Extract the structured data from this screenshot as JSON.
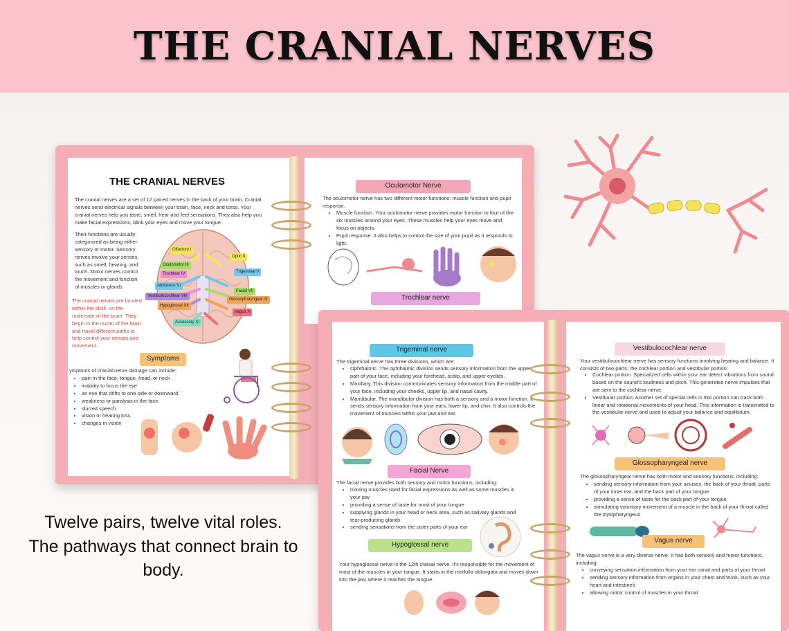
{
  "header": {
    "title": "THE CRANIAL NERVES"
  },
  "tagline": {
    "line1": "Twelve pairs, twelve vital roles.",
    "line2": "The pathways that connect brain to body."
  },
  "left_page": {
    "title": "THE CRANIAL NERVES",
    "intro": "The cranial nerves are a set of 12 paired nerves in the back of your brain. Cranial nerves send electrical signals between your brain, face, neck and torso. Your cranial nerves help you taste, smell, hear and feel sensations. They also help you make facial expressions, blink your eyes and move your tongue.",
    "functions": "Their functions are usually categorized as being either sensory or motor. Sensory nerves involve your senses, such as smell, hearing, and touch. Motor nerves control the movement and function of muscles or glands.",
    "location": "The cranial nerves are located within the skull, on the underside of the brain. They begin in the nuclei of the brain and travel different paths to help control your senses and movement.",
    "brain_labels": [
      "Olfactory I",
      "Optic II",
      "Oculomotor III",
      "Trochlear IV",
      "Trigeminal V",
      "Abducens VI",
      "Facial VII",
      "Vestibulocochlear VIII",
      "Glossopharyngeal IX",
      "Hypoglossal XII",
      "Vagus X",
      "Accessory XI"
    ],
    "symptoms_heading": "Symptoms",
    "symptoms_intro": "ymptoms of cranial nerve damage can include:",
    "symptoms": [
      "pain in the face, tongue, head, or neck",
      "inability to focus the eye",
      "an eye that drifts to one side or downward",
      "weakness or paralysis in the face",
      "slurred speech",
      "vision or hearing loss",
      "changes in vision"
    ]
  },
  "middle_page": {
    "oculomotor_heading": "Oculomotor Nerve",
    "oculomotor_intro": "The oculomotor nerve has two different motor functions: muscle function and pupil response.",
    "oculomotor_items": [
      "Muscle function. Your oculomotor nerve provides motor function to four of the six muscles around your eyes. These muscles help your eyes move and focus on objects.",
      "Pupil response. It also helps to control the size of your pupil as it responds to light."
    ],
    "trochlear_heading": "Trochlear nerve"
  },
  "right_left_col": {
    "trigeminal_heading": "Trigeminal nerve",
    "trigeminal_intro": "The trigeminal nerve has three divisions, which are:",
    "trigeminal_items": [
      "Ophthalmic. The ophthalmic division sends sensory information from the upper part of your face, including your forehead, scalp, and upper eyelids.",
      "Maxillary. This division communicates sensory information from the middle part of your face, including your cheeks, upper lip, and nasal cavity.",
      "Mandibular. The mandibular division has both a sensory and a motor function. It sends sensory information from your ears, lower lip, and chin. It also controls the movement of muscles within your jaw and ear."
    ],
    "facial_heading": "Facial Nerve",
    "facial_intro": "The facial nerve provides both sensory and motor functions, including:",
    "facial_items": [
      "moving muscles used for facial expressions as well as some muscles in your jaw",
      "providing a sense of taste for most of your tongue",
      "supplying glands in your head or neck area, such as salivary glands and tear-producing glands",
      "sending sensations from the outer parts of your ear"
    ],
    "hypoglossal_heading": "Hypoglossal nerve",
    "hypoglossal_text": "Your hypoglossal nerve is the 12th cranial nerve. It's responsible for the movement of most of the muscles in your tongue. It starts in the medulla oblongata and moves down into the jaw, where it reaches the tongue."
  },
  "right_right_col": {
    "vestibulo_heading": "Vestibulocochlear nerve",
    "vestibulo_intro": "Your vestibulocochlear nerve has sensory functions involving hearing and balance. It consists of two parts, the cochlear portion and vestibular portion:",
    "vestibulo_items": [
      "Cochlear portion. Specialized cells within your ear detect vibrations from sound based on the sound's loudness and pitch. This generates nerve impulses that are sent to the cochlear nerve.",
      "Vestibular portion. Another set of special cells in this portion can track both linear and rotational movements of your head. This information is transmitted to the vestibular nerve and used to adjust your balance and equilibrium."
    ],
    "glosso_heading": "Glossopharyngeal nerve",
    "glosso_intro": "The glossopharyngeal nerve has both motor and sensory functions, including:",
    "glosso_items": [
      "sending sensory information from your sinuses, the back of your throat, parts of your inner ear, and the back part of your tongue",
      "providing a sense of taste for the back part of your tongue",
      "stimulating voluntary movement of a muscle in the back of your throat called the stylopharyngeus"
    ],
    "vagus_heading": "Vagus nerve",
    "vagus_intro": "The vagus nerve is a very diverse nerve. It has both sensory and motor functions, including:",
    "vagus_items": [
      "conveying sensation information from your ear canal and parts of your throat",
      "sending sensory information from organs in your chest and trunk, such as your heart and intestines",
      "allowing motor control of muscles in your throat"
    ]
  },
  "colors": {
    "banner": "#fbc3cb",
    "planner": "#f5aeb6",
    "accent_pink": "#f3a6b6",
    "accent_blue": "#5fc7e6",
    "accent_orange": "#f6c27a",
    "accent_green": "#b9e28a"
  }
}
